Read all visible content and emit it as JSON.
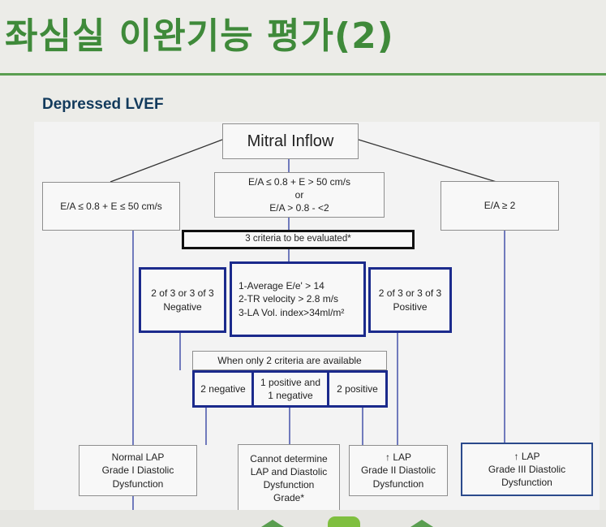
{
  "slide": {
    "title": "좌심실 이완기능 평가(2)",
    "subtitle": "Depressed LVEF"
  },
  "diagram": {
    "top": "Mitral Inflow",
    "branch_left": "E/A ≤ 0.8 + E ≤ 50 cm/s",
    "branch_mid": [
      "E/A ≤ 0.8 + E > 50 cm/s",
      "or",
      "E/A > 0.8 - <2"
    ],
    "branch_right": "E/A ≥ 2",
    "criteria_header": "3 criteria to be evaluated*",
    "criteria": [
      "1-Average E/e' > 14",
      "2-TR velocity > 2.8 m/s",
      "3-LA Vol. index>34ml/m²"
    ],
    "negative": [
      "2 of 3 or 3 of 3",
      "Negative"
    ],
    "positive": [
      "2 of 3 or 3 of 3",
      "Positive"
    ],
    "two_criteria_header": "When only 2 criteria are available",
    "two_negative": "2 negative",
    "mixed": [
      "1 positive and",
      "1 negative"
    ],
    "two_positive": "2 positive",
    "outcomes": {
      "normal": [
        "Normal  LAP",
        "Grade I Diastolic",
        "Dysfunction"
      ],
      "undetermined": [
        "Cannot determine",
        "LAP and Diastolic",
        "Dysfunction",
        "Grade*"
      ],
      "grade2": [
        "↑ LAP",
        "Grade II Diastolic",
        "Dysfunction"
      ],
      "grade3": [
        "↑ LAP",
        "Grade III Diastolic",
        "Dysfunction"
      ]
    }
  },
  "colors": {
    "title_green": "#3f8a3a",
    "subtitle_navy": "#123a5c",
    "box_blue": "#1b2a8c"
  }
}
